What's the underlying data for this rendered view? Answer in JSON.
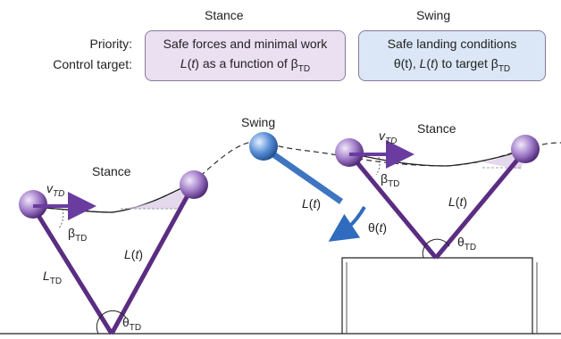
{
  "header": {
    "stance_title": "Stance",
    "swing_title": "Swing"
  },
  "row_labels": {
    "priority": "Priority:",
    "control_target": "Control target:"
  },
  "stance_box": {
    "priority": "Safe forces and minimal work",
    "target_L": "L",
    "target_t": "(t)",
    "target_rest": " as a function of β",
    "target_sub": "TD"
  },
  "swing_box": {
    "priority": "Safe landing conditions",
    "target_theta": "θ(t), ",
    "target_L": "L",
    "target_t": "(t)",
    "target_rest": " to target β",
    "target_sub": "TD"
  },
  "diagram": {
    "stance_left": "Stance",
    "stance_right": "Stance",
    "swing": "Swing",
    "v": "v",
    "v_sub": "TD",
    "beta": "β",
    "beta_sub": "TD",
    "L": "L",
    "t": "(t)",
    "L_sub": "TD",
    "theta": "θ",
    "theta_sub": "TD",
    "theta_t": "θ(",
    "theta_t_t": "t",
    "theta_t_close": ")"
  },
  "colors": {
    "leg": "#5a2d82",
    "stance_box": "#ebdff2",
    "swing_box": "#dbe7f6",
    "foot": "#7a4aa8",
    "swing_ball": "#3e74c0",
    "arrow": "#6a3ca0",
    "swing_arrow": "#2f6bbf"
  }
}
